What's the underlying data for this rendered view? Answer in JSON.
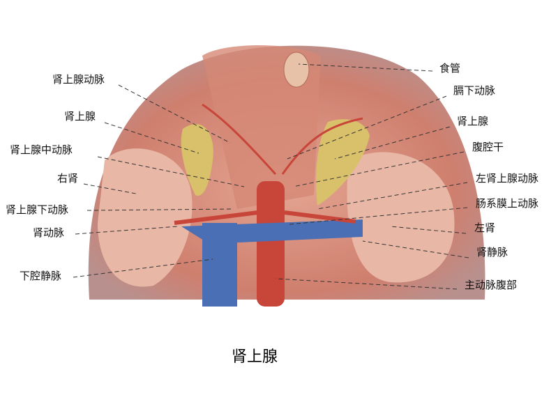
{
  "title": "肾上腺",
  "labels_left": [
    "肾上腺动脉",
    "肾上腺",
    "肾上腺中动脉",
    "右肾",
    "肾上腺下动脉",
    "肾动脉",
    "下腔静脉"
  ],
  "labels_right": [
    "食管",
    "膈下动脉",
    "肾上腺",
    "腹腔干",
    "左肾上腺动脉",
    "肠系膜上动脉",
    "左肾",
    "肾静脉",
    "主动脉腹部"
  ],
  "colors": {
    "tissue": "#d9927f",
    "muscle": "#c9705e",
    "artery": "#c8453a",
    "vein": "#4a6fb5",
    "gland": "#d9c06a",
    "kidney": "#e8b7a6"
  }
}
